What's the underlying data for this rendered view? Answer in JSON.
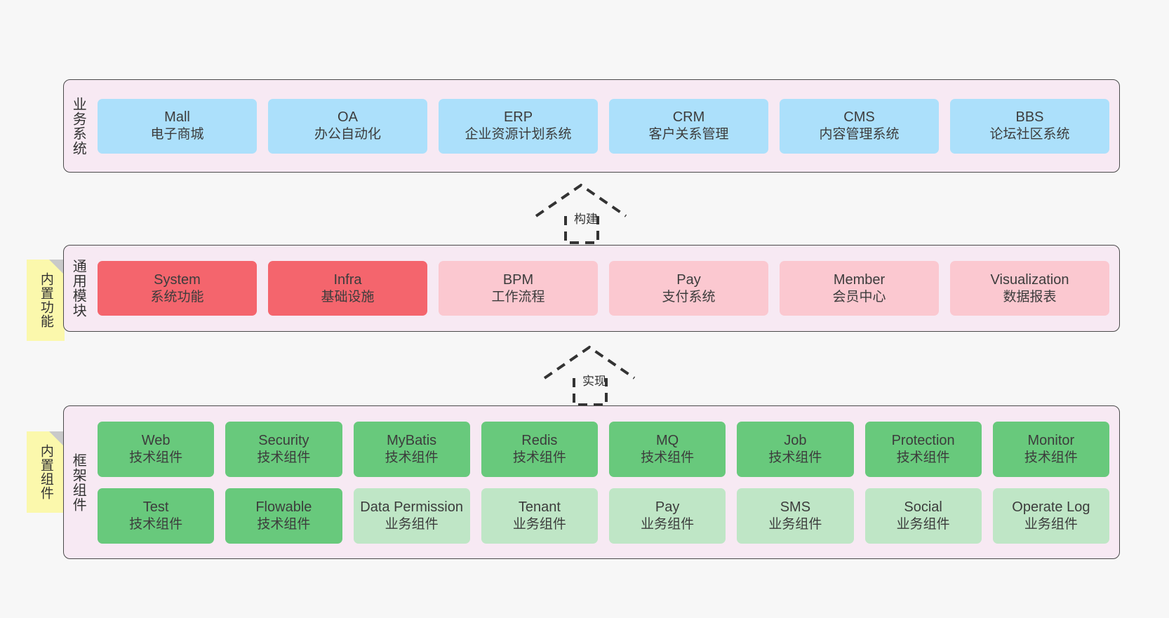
{
  "diagram": {
    "background": "#f7f7f7",
    "panel_color": "#f7e9f3",
    "palette": {
      "business": "#ace0fb",
      "core_module": "#f4656d",
      "module": "#fbc8d0",
      "tech_component": "#68c97c",
      "biz_component": "#bfe6c6",
      "sticky": "#fbf8ac"
    }
  },
  "layers": {
    "business": {
      "title": "业务系统",
      "nodes": [
        {
          "name": "Mall",
          "desc": "电子商城"
        },
        {
          "name": "OA",
          "desc": "办公自动化"
        },
        {
          "name": "ERP",
          "desc": "企业资源计划系统"
        },
        {
          "name": "CRM",
          "desc": "客户关系管理"
        },
        {
          "name": "CMS",
          "desc": "内容管理系统"
        },
        {
          "name": "BBS",
          "desc": "论坛社区系统"
        }
      ]
    },
    "modules": {
      "title": "通用模块",
      "sticky": "内置功能",
      "nodes": [
        {
          "name": "System",
          "desc": "系统功能"
        },
        {
          "name": "Infra",
          "desc": "基础设施"
        },
        {
          "name": "BPM",
          "desc": "工作流程"
        },
        {
          "name": "Pay",
          "desc": "支付系统"
        },
        {
          "name": "Member",
          "desc": "会员中心"
        },
        {
          "name": "Visualization",
          "desc": "数据报表"
        }
      ]
    },
    "framework": {
      "title": "框架组件",
      "sticky": "内置组件",
      "row1": [
        {
          "name": "Web",
          "desc": "技术组件"
        },
        {
          "name": "Security",
          "desc": "技术组件"
        },
        {
          "name": "MyBatis",
          "desc": "技术组件"
        },
        {
          "name": "Redis",
          "desc": "技术组件"
        },
        {
          "name": "MQ",
          "desc": "技术组件"
        },
        {
          "name": "Job",
          "desc": "技术组件"
        },
        {
          "name": "Protection",
          "desc": "技术组件"
        },
        {
          "name": "Monitor",
          "desc": "技术组件"
        }
      ],
      "row2": [
        {
          "name": "Test",
          "desc": "技术组件"
        },
        {
          "name": "Flowable",
          "desc": "技术组件"
        },
        {
          "name": "Data Permission",
          "desc": "业务组件"
        },
        {
          "name": "Tenant",
          "desc": "业务组件"
        },
        {
          "name": "Pay",
          "desc": "业务组件"
        },
        {
          "name": "SMS",
          "desc": "业务组件"
        },
        {
          "name": "Social",
          "desc": "业务组件"
        },
        {
          "name": "Operate Log",
          "desc": "业务组件"
        }
      ]
    }
  },
  "connectors": [
    {
      "label": "构建",
      "from": "modules",
      "to": "business"
    },
    {
      "label": "实现",
      "from": "framework",
      "to": "modules"
    }
  ]
}
